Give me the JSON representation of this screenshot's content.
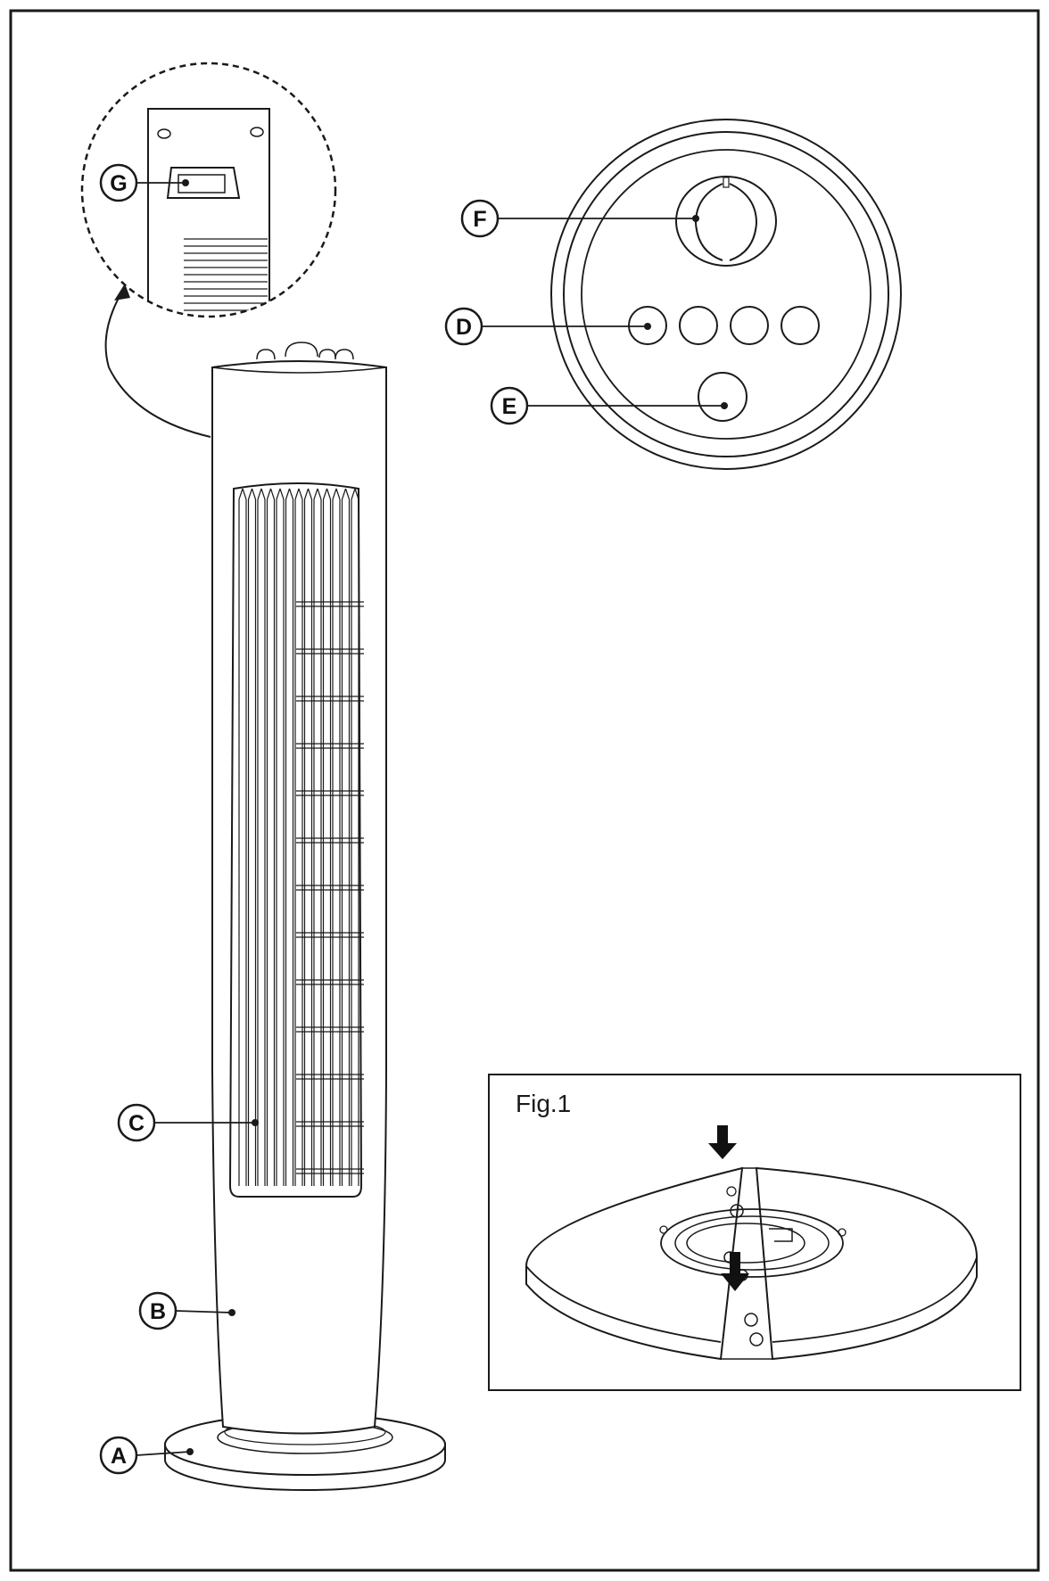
{
  "callouts": {
    "A": "A",
    "B": "B",
    "C": "C",
    "D": "D",
    "E": "E",
    "F": "F",
    "G": "G"
  },
  "fig1": {
    "label": "Fig.1"
  },
  "colors": {
    "line": "#1a1a1a",
    "background": "#ffffff"
  }
}
